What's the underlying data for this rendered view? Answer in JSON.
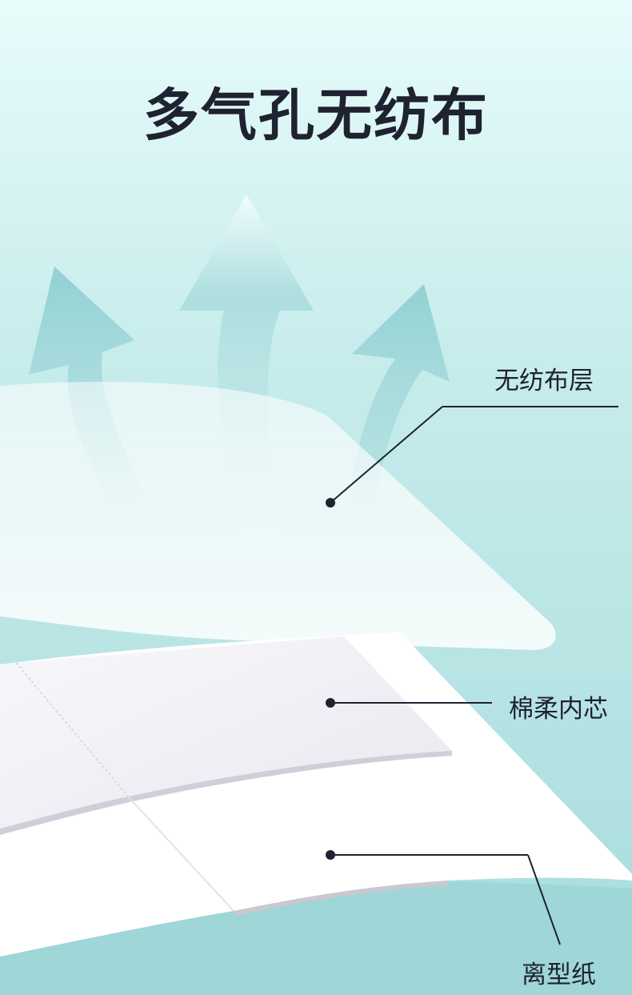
{
  "title": "多气孔无纺布",
  "labels": {
    "nonwoven_layer": "无纺布层",
    "cotton_core": "棉柔内芯",
    "release_paper": "离型纸"
  },
  "colors": {
    "background_top": "#e6fbfb",
    "background_bottom": "#9fd7d8",
    "arrow": "#7fc6c8",
    "text": "#1f2230"
  }
}
